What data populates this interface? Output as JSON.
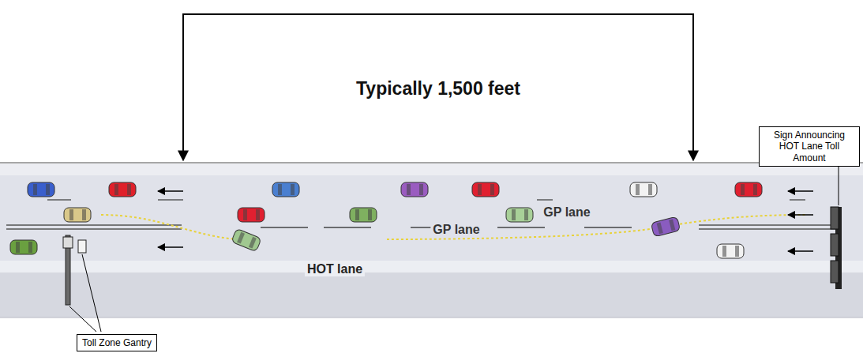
{
  "diagram": {
    "nodes": [
      {
        "text": [
          "Sign Announcing HOT Lane Toll Amount"
        ]
      },
      {
        "text": [
          "Toll Zone Gantry"
        ]
      }
    ],
    "labels": [
      "Typically 1,500 feet",
      "GP lane",
      "GP lane",
      "HOT lane"
    ]
  }
}
